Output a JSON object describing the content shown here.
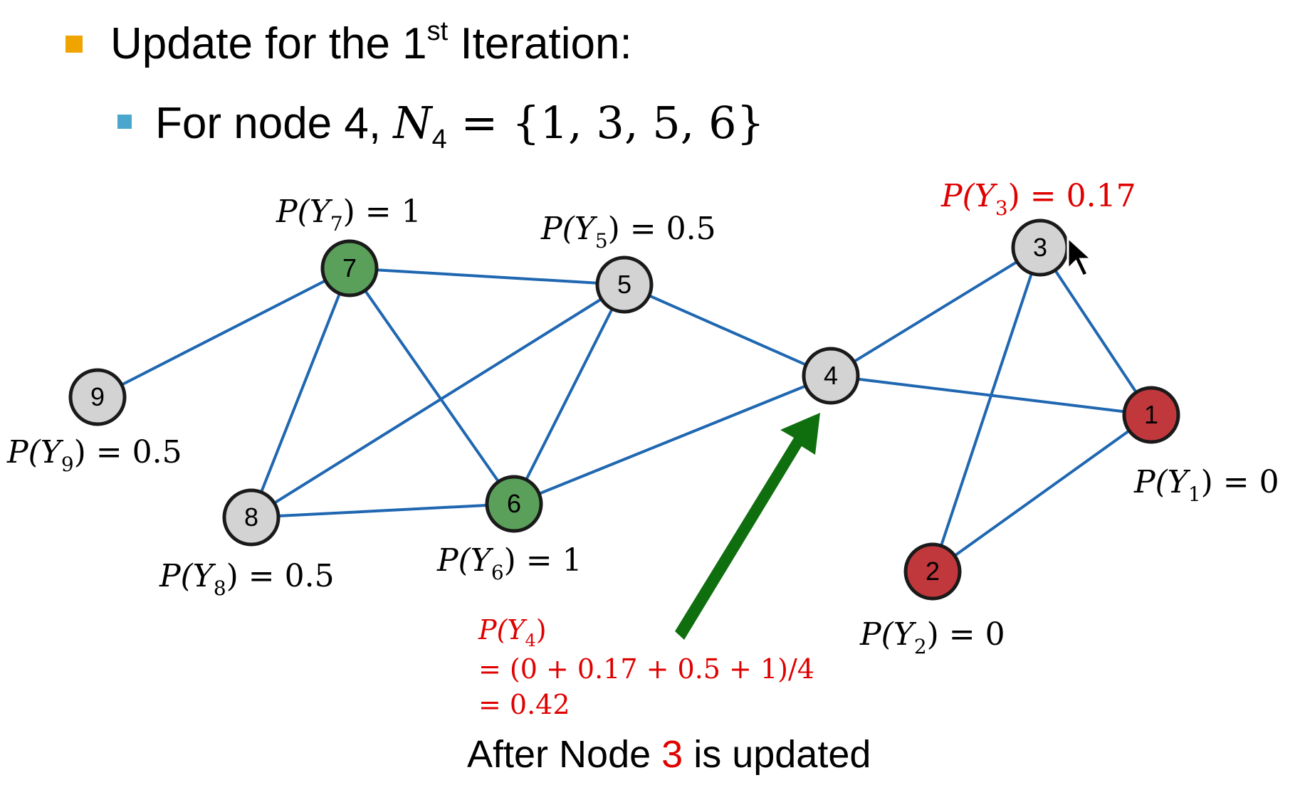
{
  "slide": {
    "heading1_text": "Update for the 1",
    "heading1_sup": "st",
    "heading1_suffix": " Iteration:",
    "heading2_prefix": "For node 4, ",
    "heading2_var": "N",
    "heading2_sub": "4",
    "heading2_set": " = {1, 3, 5, 6}"
  },
  "colors": {
    "edge": "#1f67b1",
    "gray_node": "#d3d3d3",
    "green_node": "#5aa05a",
    "red_node": "#c0383c",
    "arrow": "#0f6f0f",
    "highlight_text": "#e00000"
  },
  "nodes": [
    {
      "id": "1",
      "color": "red"
    },
    {
      "id": "2",
      "color": "red"
    },
    {
      "id": "3",
      "color": "gray"
    },
    {
      "id": "4",
      "color": "gray"
    },
    {
      "id": "5",
      "color": "gray"
    },
    {
      "id": "6",
      "color": "green"
    },
    {
      "id": "7",
      "color": "green"
    },
    {
      "id": "8",
      "color": "gray"
    },
    {
      "id": "9",
      "color": "gray"
    }
  ],
  "edges": [
    [
      "7",
      "9"
    ],
    [
      "7",
      "5"
    ],
    [
      "7",
      "8"
    ],
    [
      "7",
      "6"
    ],
    [
      "5",
      "8"
    ],
    [
      "5",
      "6"
    ],
    [
      "5",
      "4"
    ],
    [
      "8",
      "6"
    ],
    [
      "6",
      "4"
    ],
    [
      "4",
      "3"
    ],
    [
      "4",
      "1"
    ],
    [
      "3",
      "1"
    ],
    [
      "3",
      "2"
    ],
    [
      "1",
      "2"
    ]
  ],
  "labels": {
    "p1": {
      "prefix": "P(Y",
      "sub": "1",
      "suffix": ") = 0"
    },
    "p2": {
      "prefix": "P(Y",
      "sub": "2",
      "suffix": ") = 0"
    },
    "p3": {
      "prefix": "P(Y",
      "sub": "3",
      "suffix": ") = 0.17"
    },
    "p5": {
      "prefix": "P(Y",
      "sub": "5",
      "suffix": ") = 0.5"
    },
    "p6": {
      "prefix": "P(Y",
      "sub": "6",
      "suffix": ") = 1"
    },
    "p7": {
      "prefix": "P(Y",
      "sub": "7",
      "suffix": ") = 1"
    },
    "p8": {
      "prefix": "P(Y",
      "sub": "8",
      "suffix": ") = 0.5"
    },
    "p9": {
      "prefix": "P(Y",
      "sub": "9",
      "suffix": ") = 0.5"
    }
  },
  "calculation": {
    "line1_prefix": "P(Y",
    "line1_sub": "4",
    "line1_suffix": ")",
    "line2": "= (0 + 0.17 + 0.5 + 1)/4",
    "line3": "=  0.42"
  },
  "caption": {
    "prefix": "After Node ",
    "number": "3",
    "suffix": " is updated"
  }
}
